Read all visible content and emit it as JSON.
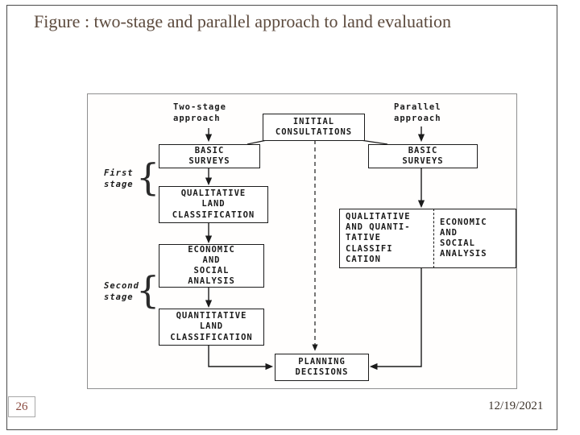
{
  "slide": {
    "title": "Figure :  two-stage and parallel approach to land evaluation",
    "page_number": "26",
    "date": "12/19/2021"
  },
  "diagram": {
    "labels": {
      "two_stage": "Two-stage\napproach",
      "parallel": "Parallel\napproach",
      "first_stage": "First\nstage",
      "second_stage": "Second\nstage",
      "brace": "{"
    },
    "boxes": {
      "initial_consultations": "INITIAL\nCONSULTATIONS",
      "basic_surveys_left": "BASIC\nSURVEYS",
      "basic_surveys_right": "BASIC\nSURVEYS",
      "qualitative_land_classification": "QUALITATIVE\nLAND\nCLASSIFICATION",
      "economic_social_analysis_left": "ECONOMIC\nAND\nSOCIAL\nANALYSIS",
      "quantitative_land_classification": "QUANTITATIVE\nLAND\nCLASSIFICATION",
      "qualitative_quantitative_classification": "QUALITATIVE\nAND QUANTI-\nTATIVE\nCLASSIFI\nCATION",
      "economic_social_analysis_right": "ECONOMIC\nAND\nSOCIAL\nANALYSIS",
      "planning_decisions": "PLANNING\nDECISIONS"
    }
  }
}
